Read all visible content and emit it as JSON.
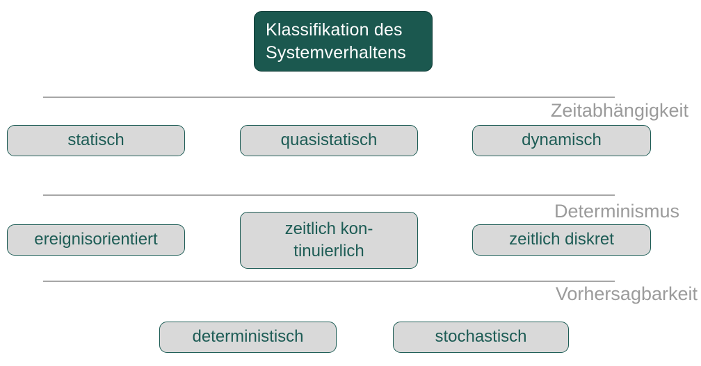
{
  "title": "Klassifikation des\nSystemverhaltens",
  "colors": {
    "background": "#ffffff",
    "accent_teal": "#1b584f",
    "title_border": "#0e3c37",
    "title_text": "#ffffff",
    "node_fill": "#d9d9d9",
    "node_border": "#1d5c55",
    "node_text": "#1d5c55",
    "divider": "#a6a6a6",
    "section_label": "#9b9b9b"
  },
  "sections": [
    {
      "label": "Zeitabhängigkeit",
      "boxes": [
        {
          "label": "statisch"
        },
        {
          "label": "quasistatisch"
        },
        {
          "label": "dynamisch"
        }
      ]
    },
    {
      "label": "Determinismus",
      "boxes": [
        {
          "label": "ereignisorientiert"
        },
        {
          "label": "zeitlich kon-\ntinuierlich"
        },
        {
          "label": "zeitlich diskret"
        }
      ]
    },
    {
      "label": "Vorhersagbarkeit",
      "boxes": [
        {
          "label": "deterministisch"
        },
        {
          "label": "stochastisch"
        }
      ]
    }
  ]
}
